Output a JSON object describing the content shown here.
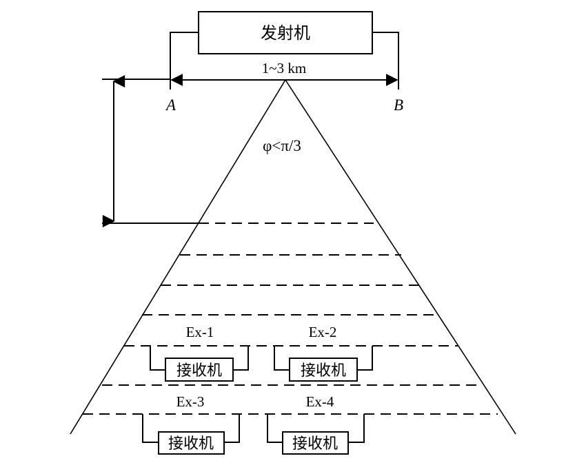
{
  "transmitter": {
    "label": "发射机"
  },
  "span": {
    "label": "1~3 km"
  },
  "electrodes": {
    "a": "A",
    "b": "B"
  },
  "angle": {
    "label": "φ<π/3"
  },
  "receivers": [
    {
      "id": "Ex-1",
      "label": "接收机"
    },
    {
      "id": "Ex-2",
      "label": "接收机"
    },
    {
      "id": "Ex-3",
      "label": "接收机"
    },
    {
      "id": "Ex-4",
      "label": "接收机"
    }
  ],
  "colors": {
    "line": "#000000",
    "background": "#ffffff"
  }
}
